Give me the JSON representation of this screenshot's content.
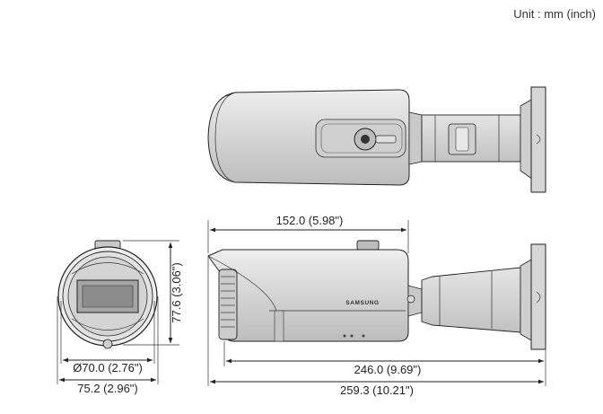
{
  "unit_label": "Unit : mm (inch)",
  "dimensions": {
    "body_length": "152.0 (5.98\")",
    "height": "77.6 (3.06\")",
    "lens_diameter": "Ø70.0 (2.76\")",
    "front_width": "75.2 (2.96\")",
    "mount_length": "246.0 (9.69\")",
    "total_length": "259.3 (10.21\")"
  },
  "brand_text": "SAMSUNG",
  "colors": {
    "body": "#d9d9d9",
    "body_shadow": "#b8b8b8",
    "lens_glass": "#9a9a9a",
    "line": "#222222"
  }
}
